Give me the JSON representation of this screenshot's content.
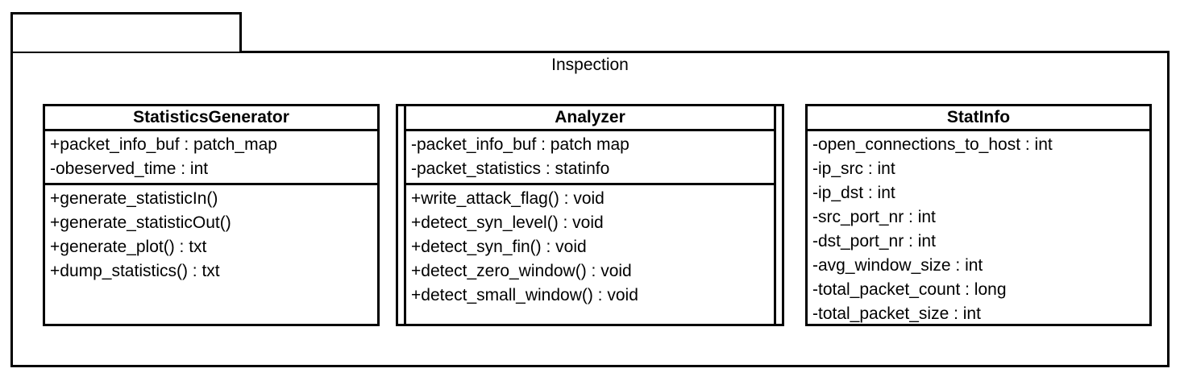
{
  "diagram": {
    "type": "uml-class-diagram",
    "package": {
      "name": "Inspection",
      "tab_label": ""
    },
    "classes": [
      {
        "name": "StatisticsGenerator",
        "attributes": [
          "+packet_info_buf : patch_map",
          "-obeserved_time : int"
        ],
        "operations": [
          "+generate_statisticIn()",
          "+generate_statisticOut()",
          "+generate_plot() : txt",
          "+dump_statistics() : txt"
        ]
      },
      {
        "name": "Analyzer",
        "attributes": [
          "-packet_info_buf : patch map",
          "-packet_statistics : statinfo"
        ],
        "operations": [
          "+write_attack_flag() : void",
          "+detect_syn_level() : void",
          "+detect_syn_fin() : void",
          "+detect_zero_window() : void",
          "+detect_small_window() : void"
        ]
      },
      {
        "name": "StatInfo",
        "attributes": [
          "-open_connections_to_host : int",
          "-ip_src : int",
          "-ip_dst : int",
          "-src_port_nr : int",
          "-dst_port_nr : int",
          "-avg_window_size : int",
          "-total_packet_count : long",
          "-total_packet_size : int"
        ],
        "operations": []
      }
    ],
    "colors": {
      "stroke": "#000000",
      "fill": "#ffffff",
      "text": "#000000"
    }
  }
}
